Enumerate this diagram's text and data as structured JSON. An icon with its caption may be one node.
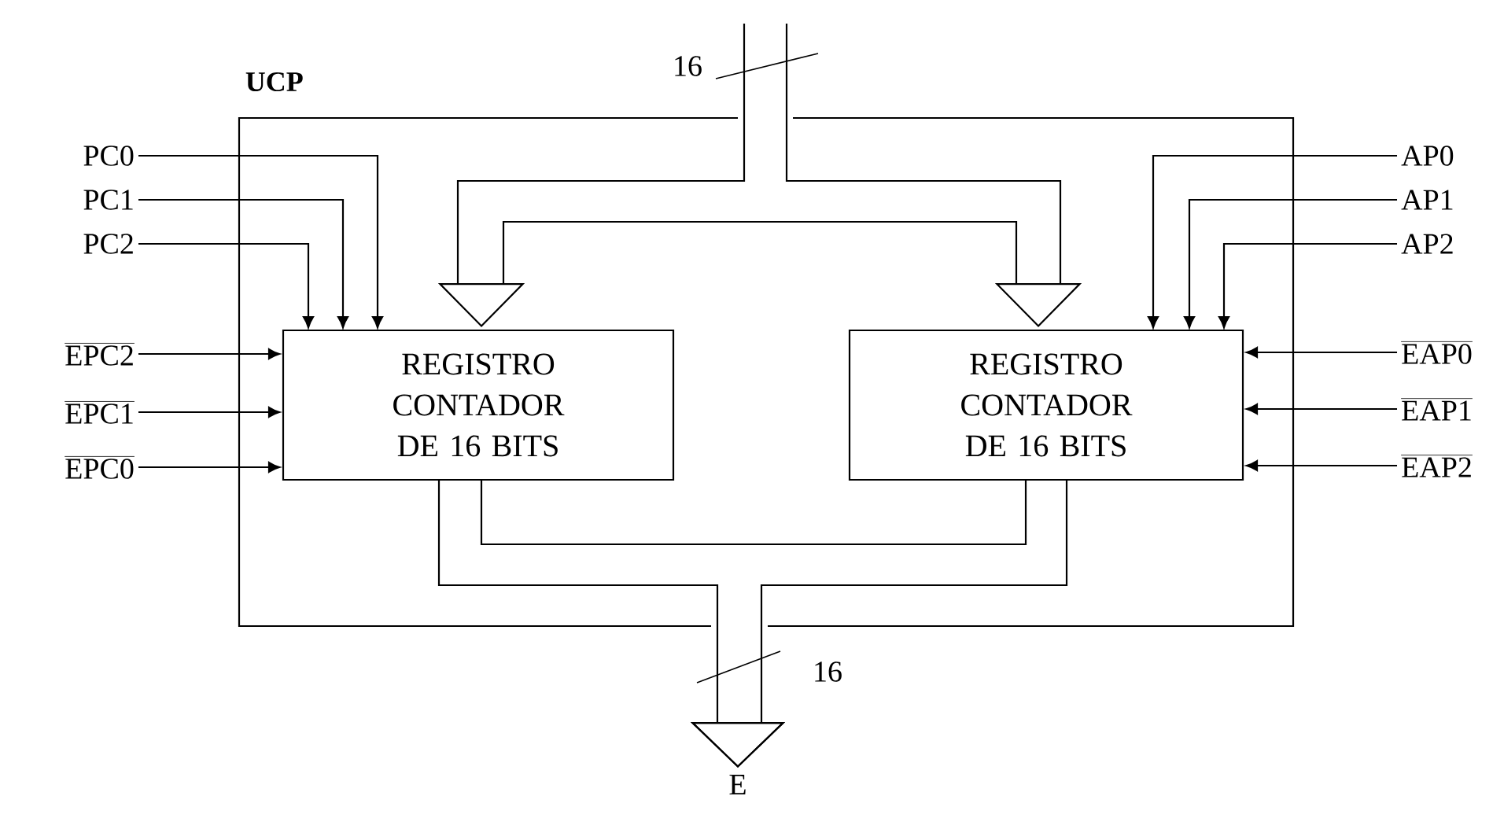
{
  "diagram": {
    "nodes": [
      {
        "text": [
          "UCP"
        ]
      },
      {
        "text": [
          "REGISTRO CONTADOR DE 16 BITS"
        ],
        "in": 0
      },
      {
        "text": [
          "REGISTRO CONTADOR DE 16 BITS"
        ],
        "in": 0
      },
      {
        "text": [
          "PC0"
        ]
      },
      {
        "text": [
          "PC1"
        ]
      },
      {
        "text": [
          "PC2"
        ]
      },
      {
        "text": [
          "EPC2"
        ]
      },
      {
        "text": [
          "EPC1"
        ]
      },
      {
        "text": [
          "EPC0"
        ]
      },
      {
        "text": [
          "AP0"
        ]
      },
      {
        "text": [
          "AP1"
        ]
      },
      {
        "text": [
          "AP2"
        ]
      },
      {
        "text": [
          "EAP0"
        ]
      },
      {
        "text": [
          "EAP1"
        ]
      },
      {
        "text": [
          "EAP2"
        ]
      },
      {
        "text": [
          "E"
        ]
      }
    ],
    "edges": [
      {
        "from": null,
        "to": 1,
        "arrow": "to"
      },
      {
        "from": null,
        "to": 2,
        "arrow": "to"
      },
      {
        "from": 1,
        "to": 15,
        "arrow": "to"
      },
      {
        "from": 2,
        "to": 15,
        "arrow": "to"
      },
      {
        "from": 3,
        "to": 1,
        "arrow": "to"
      },
      {
        "from": 4,
        "to": 1,
        "arrow": "to"
      },
      {
        "from": 5,
        "to": 1,
        "arrow": "to"
      },
      {
        "from": 6,
        "to": 1,
        "arrow": "to"
      },
      {
        "from": 7,
        "to": 1,
        "arrow": "to"
      },
      {
        "from": 8,
        "to": 1,
        "arrow": "to"
      },
      {
        "from": 9,
        "to": 2,
        "arrow": "to"
      },
      {
        "from": 10,
        "to": 2,
        "arrow": "to"
      },
      {
        "from": 11,
        "to": 2,
        "arrow": "to"
      },
      {
        "from": 12,
        "to": 2,
        "arrow": "to"
      },
      {
        "from": 13,
        "to": 2,
        "arrow": "to"
      },
      {
        "from": 14,
        "to": 2,
        "arrow": "to"
      }
    ],
    "labels": [
      "16",
      "16"
    ]
  }
}
